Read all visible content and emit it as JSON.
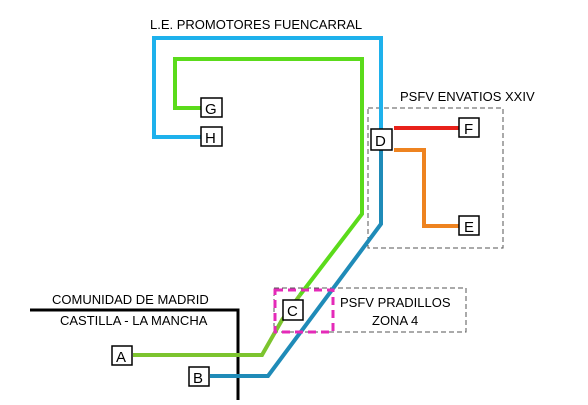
{
  "labels": {
    "line_title": "L.E. PROMOTORES FUENCARRAL",
    "envatios_title": "PSFV ENVATIOS XXIV",
    "pradillos_line1": "PSFV PRADILLOS",
    "pradillos_line2": "ZONA 4",
    "region_top": "COMUNIDAD DE MADRID",
    "region_bottom": "CASTILLA - LA MANCHA"
  },
  "nodes": {
    "A": "A",
    "B": "B",
    "C": "C",
    "D": "D",
    "E": "E",
    "F": "F",
    "G": "G",
    "H": "H"
  },
  "colors": {
    "line_cyan": "#1EB1EC",
    "line_green": "#5BDB1B",
    "line_blue": "#1F8BB8",
    "line_red": "#E8211A",
    "line_orange": "#EE8320",
    "line_green_dark": "#7CC42E",
    "highlight_magenta": "#E42AB8",
    "border_black": "#000000"
  }
}
